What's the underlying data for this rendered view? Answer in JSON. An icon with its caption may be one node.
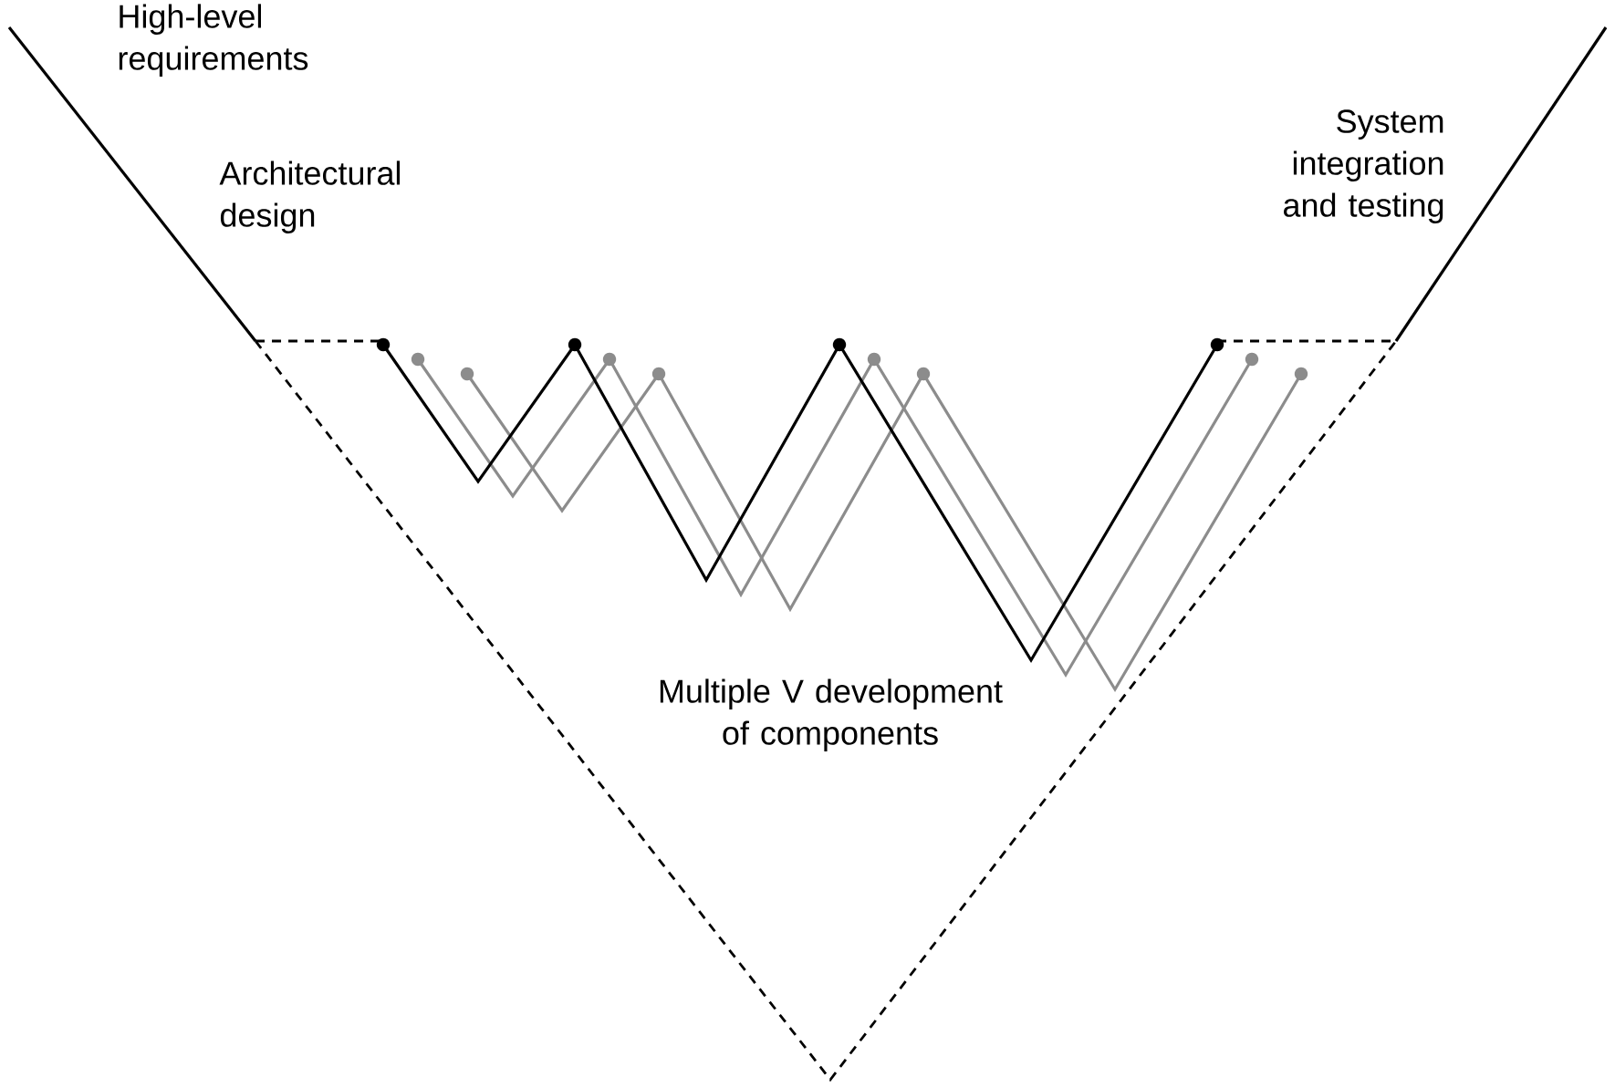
{
  "diagram": {
    "labels": [
      "High-level requirements",
      "Architectural design",
      "System integration and testing",
      "Multiple V development of components"
    ]
  }
}
